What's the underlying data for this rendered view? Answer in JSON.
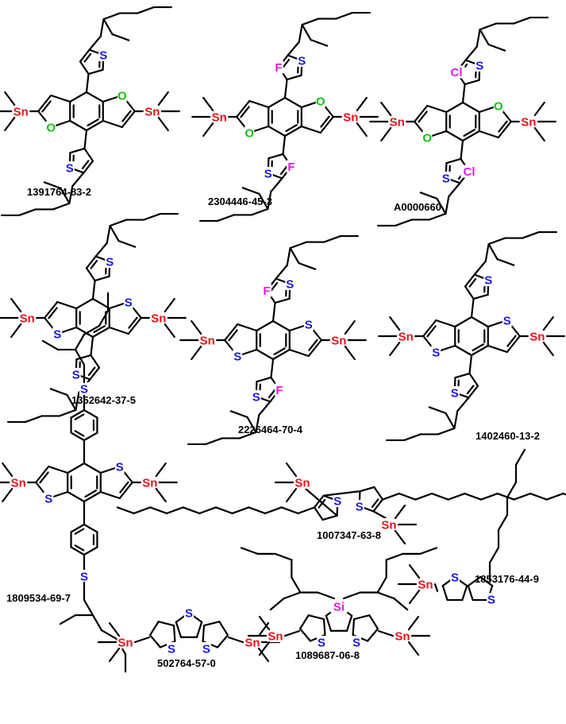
{
  "colors": {
    "bond": "#000000",
    "Sn": "#e8131a",
    "O": "#13c313",
    "S": "#1919d9",
    "F": "#e619e6",
    "Cl": "#e619e6",
    "Si": "#e619e6"
  },
  "compounds": [
    {
      "id": "c1",
      "cas": "1391764-83-2"
    },
    {
      "id": "c2",
      "cas": "2304446-45-3"
    },
    {
      "id": "c3",
      "cas": "A0000660"
    },
    {
      "id": "c4",
      "cas": "1352642-37-5"
    },
    {
      "id": "c5",
      "cas": "2226464-70-4"
    },
    {
      "id": "c6",
      "cas": "1402460-13-2"
    },
    {
      "id": "c7",
      "cas": "1809534-69-7"
    },
    {
      "id": "c8",
      "cas": "502764-57-0"
    },
    {
      "id": "c9",
      "cas": "1007347-63-8"
    },
    {
      "id": "c10",
      "cas": "1089687-06-8"
    },
    {
      "id": "c11",
      "cas": "1853176-44-9"
    }
  ]
}
